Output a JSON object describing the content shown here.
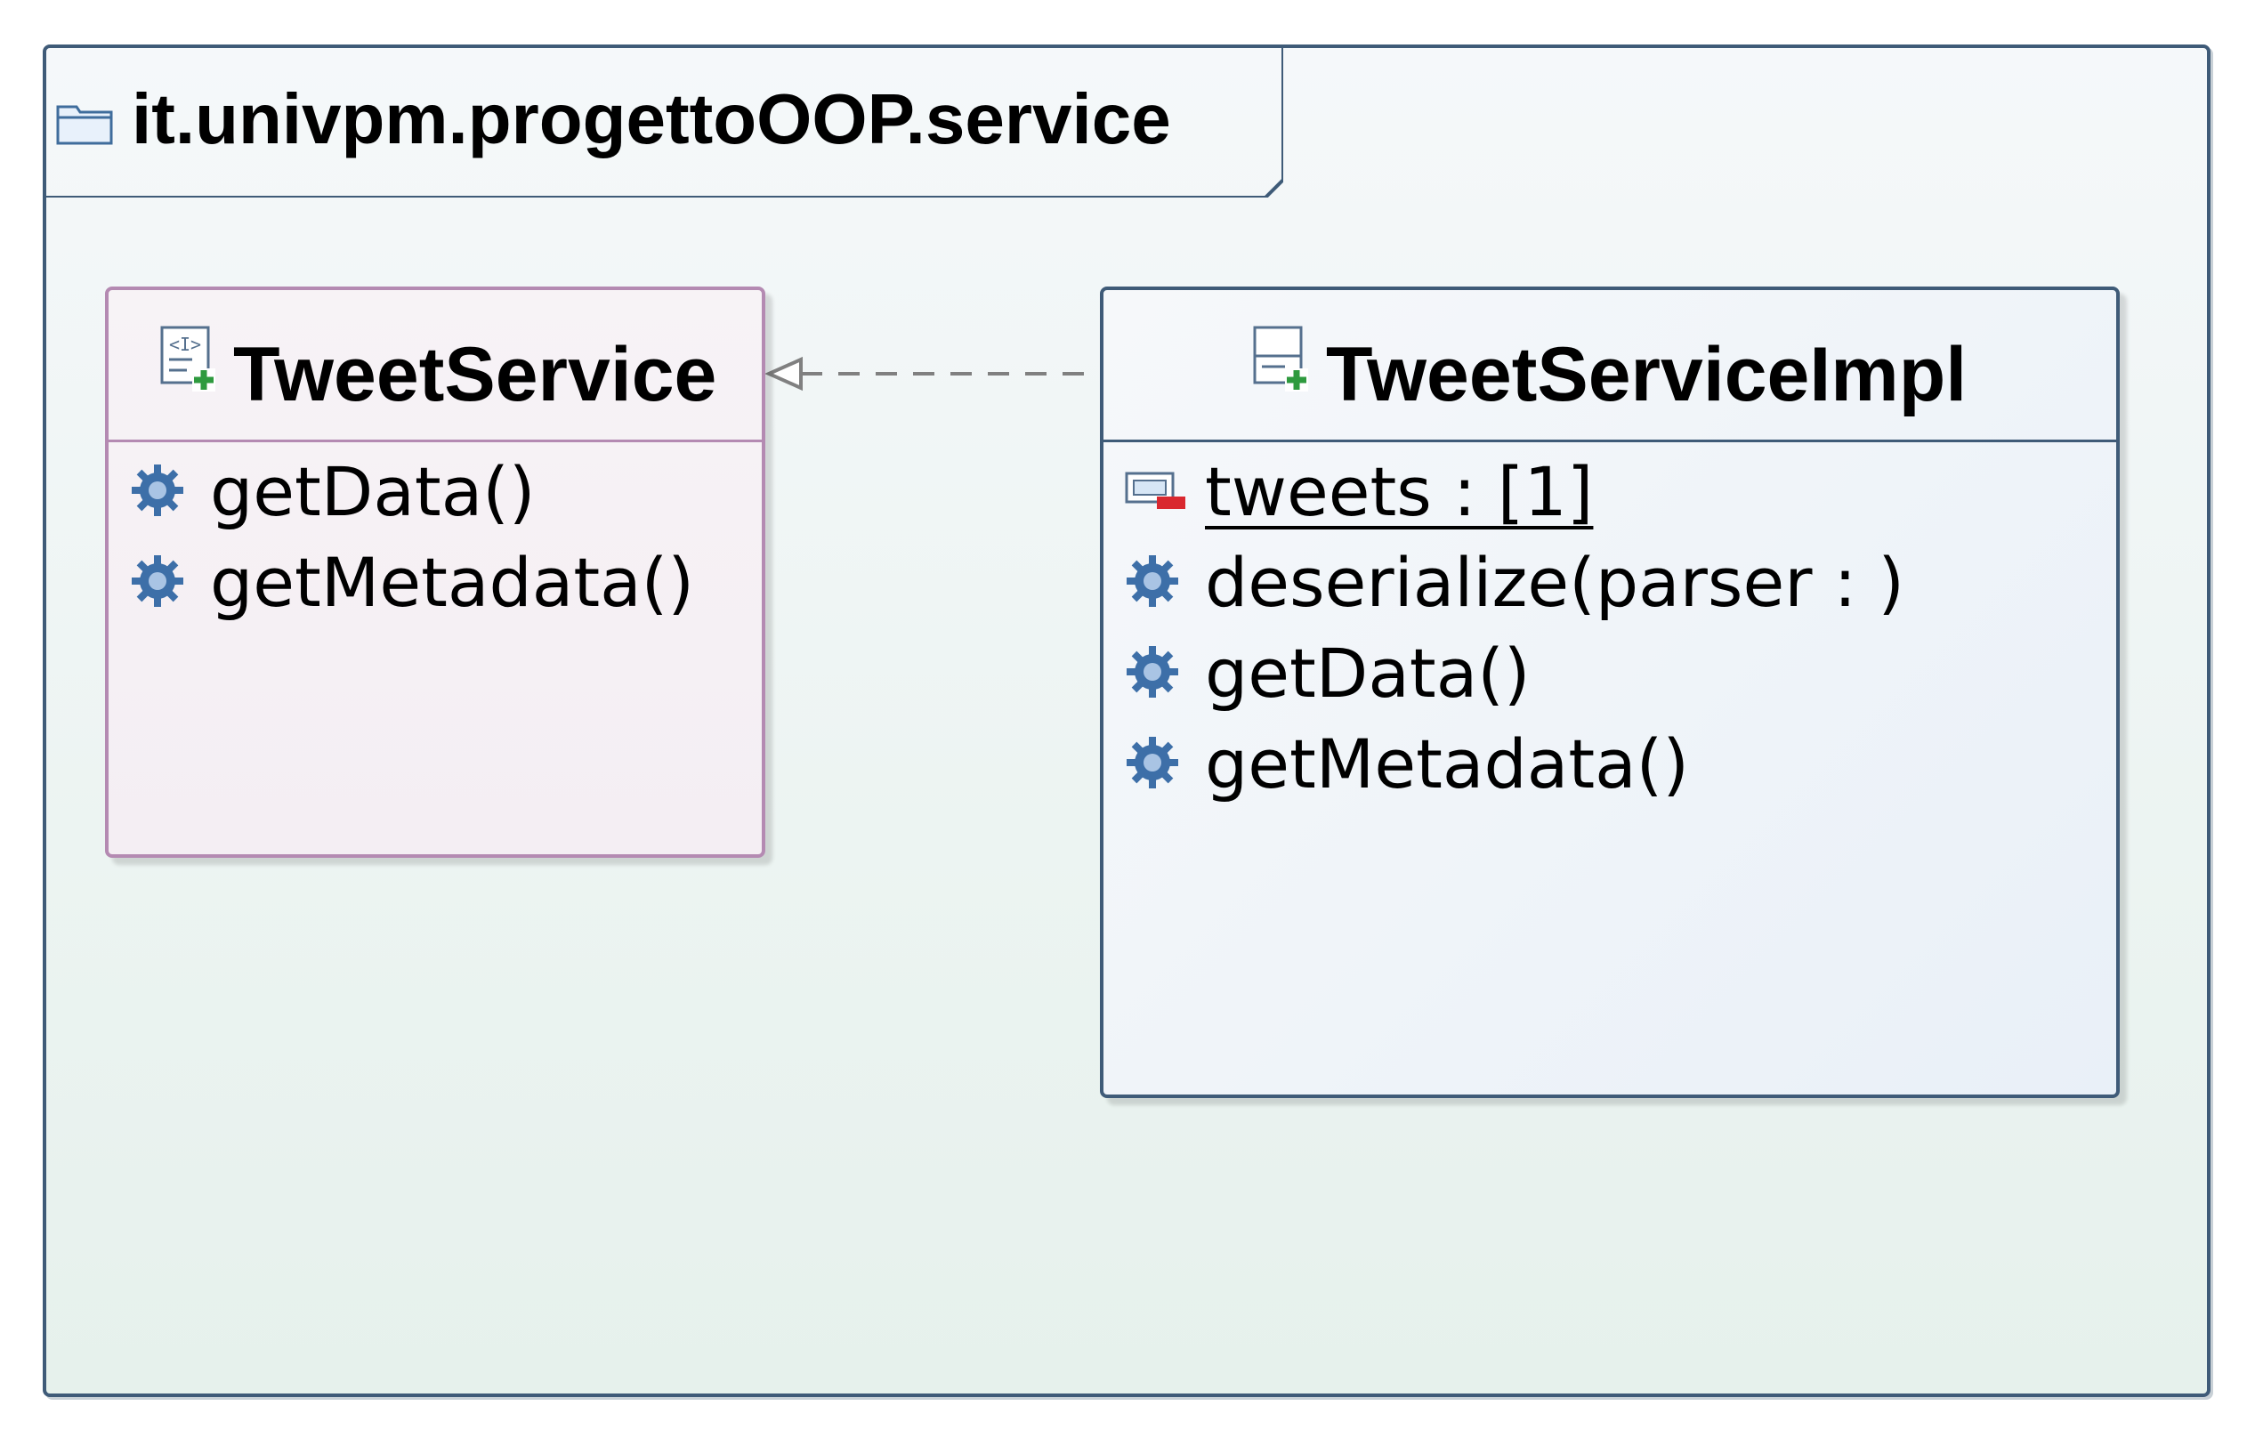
{
  "package": {
    "name": "it.univpm.progettoOOP.service",
    "icon": "folder-icon"
  },
  "classes": [
    {
      "name": "TweetService",
      "kind": "interface",
      "icon": "interface-icon",
      "members": [
        {
          "text": "getData()",
          "icon": "method-gear-icon"
        },
        {
          "text": "getMetadata()",
          "icon": "method-gear-icon"
        }
      ]
    },
    {
      "name": "TweetServiceImpl",
      "kind": "class",
      "icon": "class-icon",
      "members": [
        {
          "text": "tweets :  [1]",
          "icon": "private-field-icon",
          "static": true
        },
        {
          "text": "deserialize(parser : )",
          "icon": "method-gear-icon"
        },
        {
          "text": "getData()",
          "icon": "method-gear-icon"
        },
        {
          "text": "getMetadata()",
          "icon": "method-gear-icon"
        }
      ]
    }
  ],
  "relations": [
    {
      "type": "realization",
      "from": "TweetServiceImpl",
      "to": "TweetService"
    }
  ],
  "colors": {
    "package_border": "#3f5b78",
    "interface_border": "#b48ab2",
    "class_border": "#3f5b78",
    "arrow": "#808080"
  }
}
